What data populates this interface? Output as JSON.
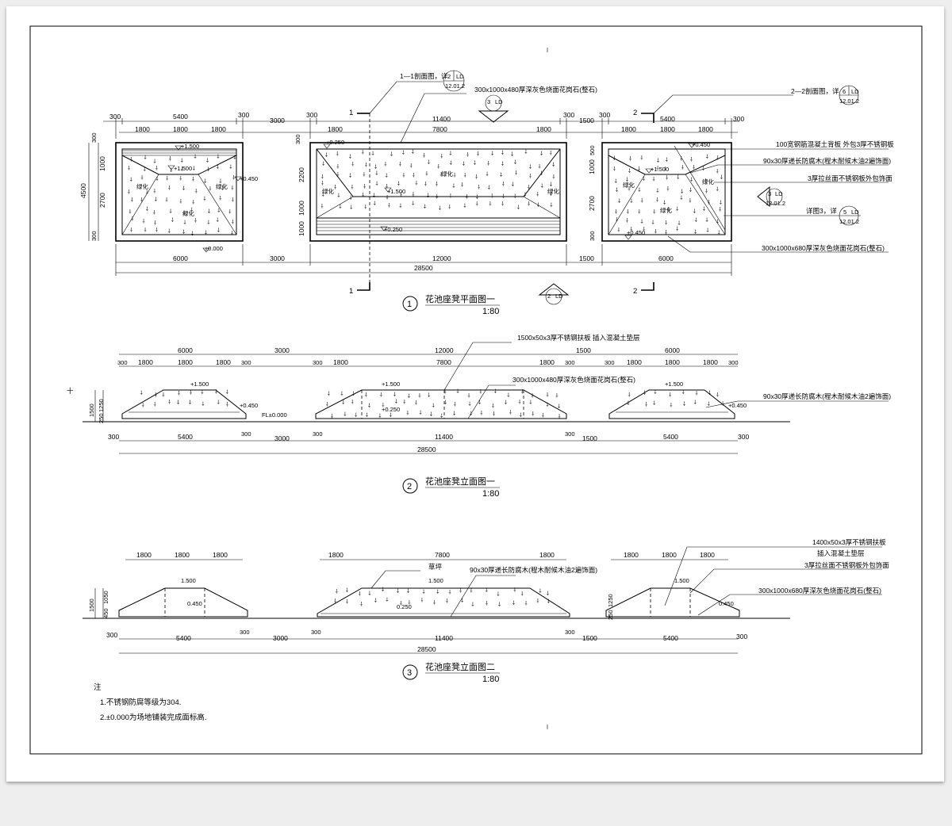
{
  "plan": {
    "top_dims": [
      "300",
      "5400",
      "300",
      "3000",
      "300",
      "11400",
      "300",
      "1500",
      "300",
      "5400",
      "300"
    ],
    "left_sub_dims": [
      "1800",
      "1800",
      "1800"
    ],
    "mid_sub_dims": [
      "1800",
      "7800",
      "1800"
    ],
    "right_sub_dims": [
      "1800",
      "1800",
      "1800"
    ],
    "bottom_dims": [
      "6000",
      "3000",
      "12000",
      "1500",
      "6000"
    ],
    "total": "28500",
    "left_height_dims": [
      "300",
      "1000",
      "2700",
      "300"
    ],
    "left_height_total": "4500",
    "mid_height_dims": [
      "300",
      "2200",
      "1000",
      "1000"
    ],
    "right_height_dims": [
      "500",
      "1000",
      "2700",
      "300"
    ],
    "elevations": [
      "+1.500",
      "+0.450",
      "+0.250",
      "+1.500",
      "+0.250",
      "+0.450",
      "+1.500",
      "+0.450",
      "±0.000"
    ],
    "green_label": "绿化",
    "section_1_1": "1—1剖面图，详",
    "section_2_2": "2—2剖面图，详",
    "section_mark_1": "1",
    "section_mark_2": "2",
    "ref_num_6": "6",
    "ref_ld": "LD",
    "ref_sheet": "12.01.2",
    "detail_3": "详图3，详",
    "ref_num_5": "5",
    "ref_3": "3",
    "ref_2": "2",
    "note_stone_480": "300x1000x480厚深灰色烧面花岗石(整石)",
    "note_steel_strip": "100宽钢筋混凝土背板 外包3厚不锈钢板",
    "note_wood": "90x30厚递长防腐木(程木耐候木油2遍饰面)",
    "note_steel_plate": "3厚拉丝面不锈钢板外包饰面",
    "note_stone_680": "300x1000x680厚深灰色烧面花岗石(整石)",
    "title": "花池座凳平面图一",
    "scale": "1:80",
    "num": "1"
  },
  "elev1": {
    "top_dims": [
      "6000",
      "3000",
      "12000",
      "1500",
      "6000"
    ],
    "sub_dims": [
      "300",
      "1800",
      "1800",
      "1800",
      "300",
      "300",
      "1800",
      "7800",
      "1800",
      "300",
      "300",
      "1800",
      "1800",
      "1800",
      "300"
    ],
    "bottom_dims": [
      "300",
      "5400",
      "300",
      "3000",
      "300",
      "11400",
      "300",
      "1500",
      "5400",
      "300"
    ],
    "total": "28500",
    "height_dims": [
      "1500",
      "1250",
      "250"
    ],
    "elevations": [
      "+1.500",
      "+0.450",
      "FL±0.000",
      "+1.500",
      "+0.250",
      "+1.500",
      "+0.450"
    ],
    "note_steel": "1500x50x3厚不锈钢扶板 插入混凝土垫层",
    "note_stone": "300x1000x480厚深灰色烧面花岗石(整石)",
    "note_wood": "90x30厚递长防腐木(程木耐候木油2遍饰面)",
    "title": "花池座凳立面图一",
    "scale": "1:80",
    "num": "2"
  },
  "elev2": {
    "sub_dims": [
      "1800",
      "1800",
      "1800",
      "1800",
      "7800",
      "1800",
      "1800",
      "1800",
      "1800"
    ],
    "bottom_dims": [
      "300",
      "5400",
      "300",
      "3000",
      "300",
      "11400",
      "300",
      "1500",
      "5400",
      "300"
    ],
    "total": "28500",
    "height_dims": [
      "1500",
      "1050",
      "450",
      "1250",
      "250"
    ],
    "elevations": [
      "1.500",
      "0.450",
      "1.500",
      "0.250",
      "1.500",
      "0.450"
    ],
    "note_grass": "草坪",
    "note_wood": "90x30厚递长防腐木(程木耐候木油2遍饰面)",
    "note_steel_1": "1400x50x3厚不锈钢扶板",
    "note_steel_2": "插入混凝土垫层",
    "note_steel_3": "3厚拉丝面不锈钢板外包饰面",
    "note_stone": "300x1000x680厚深灰色烧面花岗石(整石)",
    "title": "花池座凳立面图二",
    "scale": "1:80",
    "num": "3"
  },
  "notes": {
    "heading": "注",
    "line1": "1.不锈钢防腐等级为304.",
    "line2": "2.±0.000为场地铺装完成面标高."
  }
}
